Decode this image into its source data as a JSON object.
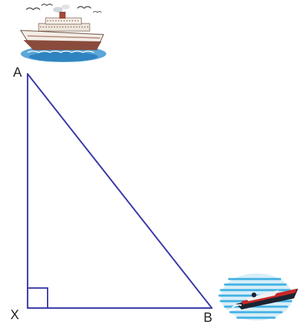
{
  "diagram": {
    "vertices": [
      {
        "id": "A",
        "label": "A"
      },
      {
        "id": "X",
        "label": "X"
      },
      {
        "id": "B",
        "label": "B"
      }
    ],
    "segments": [
      {
        "from": "A",
        "to": "X"
      },
      {
        "from": "X",
        "to": "B"
      },
      {
        "from": "A",
        "to": "B"
      }
    ],
    "right_angle_at": "X",
    "line_color": "#3b3ba8",
    "icons": [
      {
        "name": "cruise-ship-icon",
        "near": "A"
      },
      {
        "name": "speedboat-icon",
        "near": "B"
      }
    ]
  }
}
